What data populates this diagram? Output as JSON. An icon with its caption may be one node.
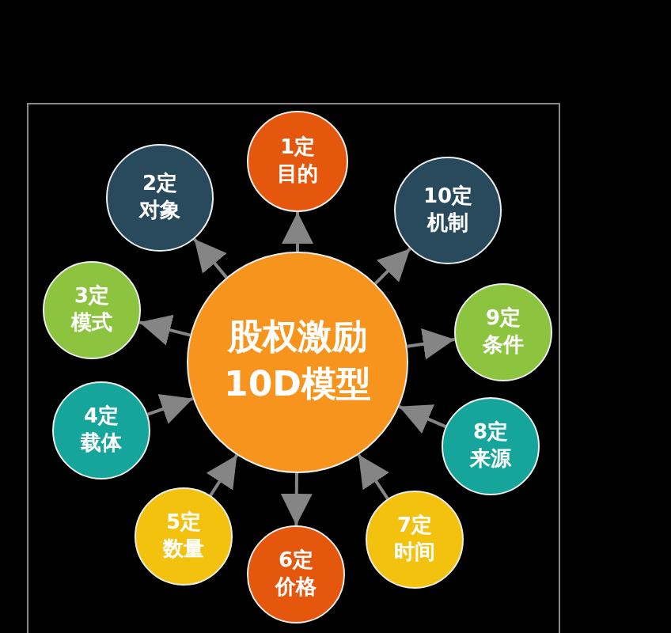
{
  "diagram": {
    "nodes": [
      {
        "text": [
          "股权激励10D模型"
        ]
      },
      {
        "text": [
          "1定目的"
        ]
      },
      {
        "text": [
          "2定对象"
        ]
      },
      {
        "text": [
          "3定模式"
        ]
      },
      {
        "text": [
          "4定载体"
        ]
      },
      {
        "text": [
          "5定数量"
        ]
      },
      {
        "text": [
          "6定价格"
        ]
      },
      {
        "text": [
          "7定时间"
        ]
      },
      {
        "text": [
          "8定来源"
        ]
      },
      {
        "text": [
          "9定条件"
        ]
      },
      {
        "text": [
          "10定机制"
        ]
      }
    ],
    "edges": [
      {
        "from": 0,
        "to": 1,
        "arrow": "to"
      },
      {
        "from": 0,
        "to": 2,
        "arrow": "to"
      },
      {
        "from": 0,
        "to": 3,
        "arrow": "to"
      },
      {
        "from": 4,
        "to": 0,
        "arrow": "to"
      },
      {
        "from": 5,
        "to": 0,
        "arrow": "to"
      },
      {
        "from": 0,
        "to": 6,
        "arrow": "to"
      },
      {
        "from": 7,
        "to": 0,
        "arrow": "to"
      },
      {
        "from": 8,
        "to": 0,
        "arrow": "to"
      },
      {
        "from": 0,
        "to": 9,
        "arrow": "to"
      },
      {
        "from": 0,
        "to": 10,
        "arrow": "to"
      }
    ]
  }
}
